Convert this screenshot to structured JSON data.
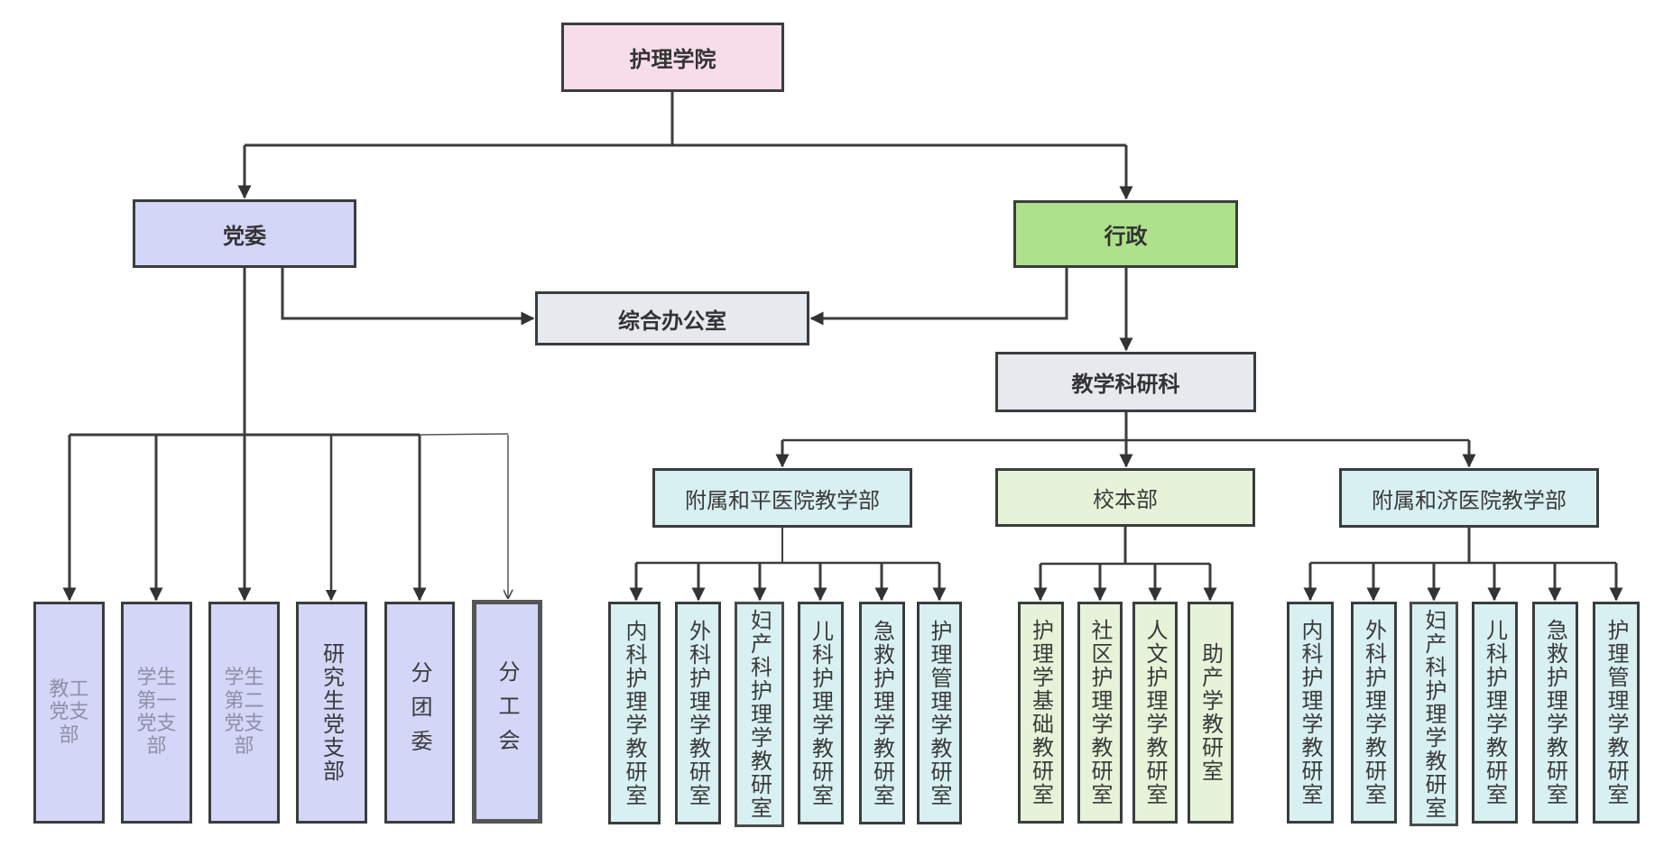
{
  "diagram": {
    "root": {
      "label": "护理学院"
    },
    "level1": [
      {
        "id": "party",
        "label": "党委"
      },
      {
        "id": "admin",
        "label": "行政"
      }
    ],
    "shared": {
      "label": "综合办公室"
    },
    "admin_child": {
      "label": "教学科研科"
    },
    "party_children": [
      {
        "label": "教工党支部",
        "display": "教工党支部"
      },
      {
        "label": "学生第一党支部",
        "display": "学生第一党支部"
      },
      {
        "label": "学生第二党支部",
        "display": "学生第二党支部"
      },
      {
        "label": "研究生党支部"
      },
      {
        "label": "分团委"
      },
      {
        "label": "分工会"
      }
    ],
    "departments": [
      {
        "label": "附属和平医院教学部",
        "children": [
          "内科护理学教研室",
          "外科护理学教研室",
          "妇产科护理学教研室",
          "儿科护理学教研室",
          "急救护理学教研室",
          "护理管理学教研室"
        ]
      },
      {
        "label": "校本部",
        "children": [
          "护理学基础教研室",
          "社区护理学教研室",
          "人文护理学教研室",
          "助产学教研室"
        ]
      },
      {
        "label": "附属和济医院教学部",
        "children": [
          "内科护理学教研室",
          "外科护理学教研室",
          "妇产科护理学教研室",
          "儿科护理学教研室",
          "急救护理学教研室",
          "护理管理学教研室"
        ]
      }
    ],
    "colors": {
      "root": "#f7dde9",
      "party": "#d3d6f6",
      "admin": "#aee18b",
      "office": "#e6e9ee",
      "hospital_dept": "#d8f0f1",
      "campus_dept": "#e6f3d8",
      "line": "#3a3d3e"
    }
  }
}
